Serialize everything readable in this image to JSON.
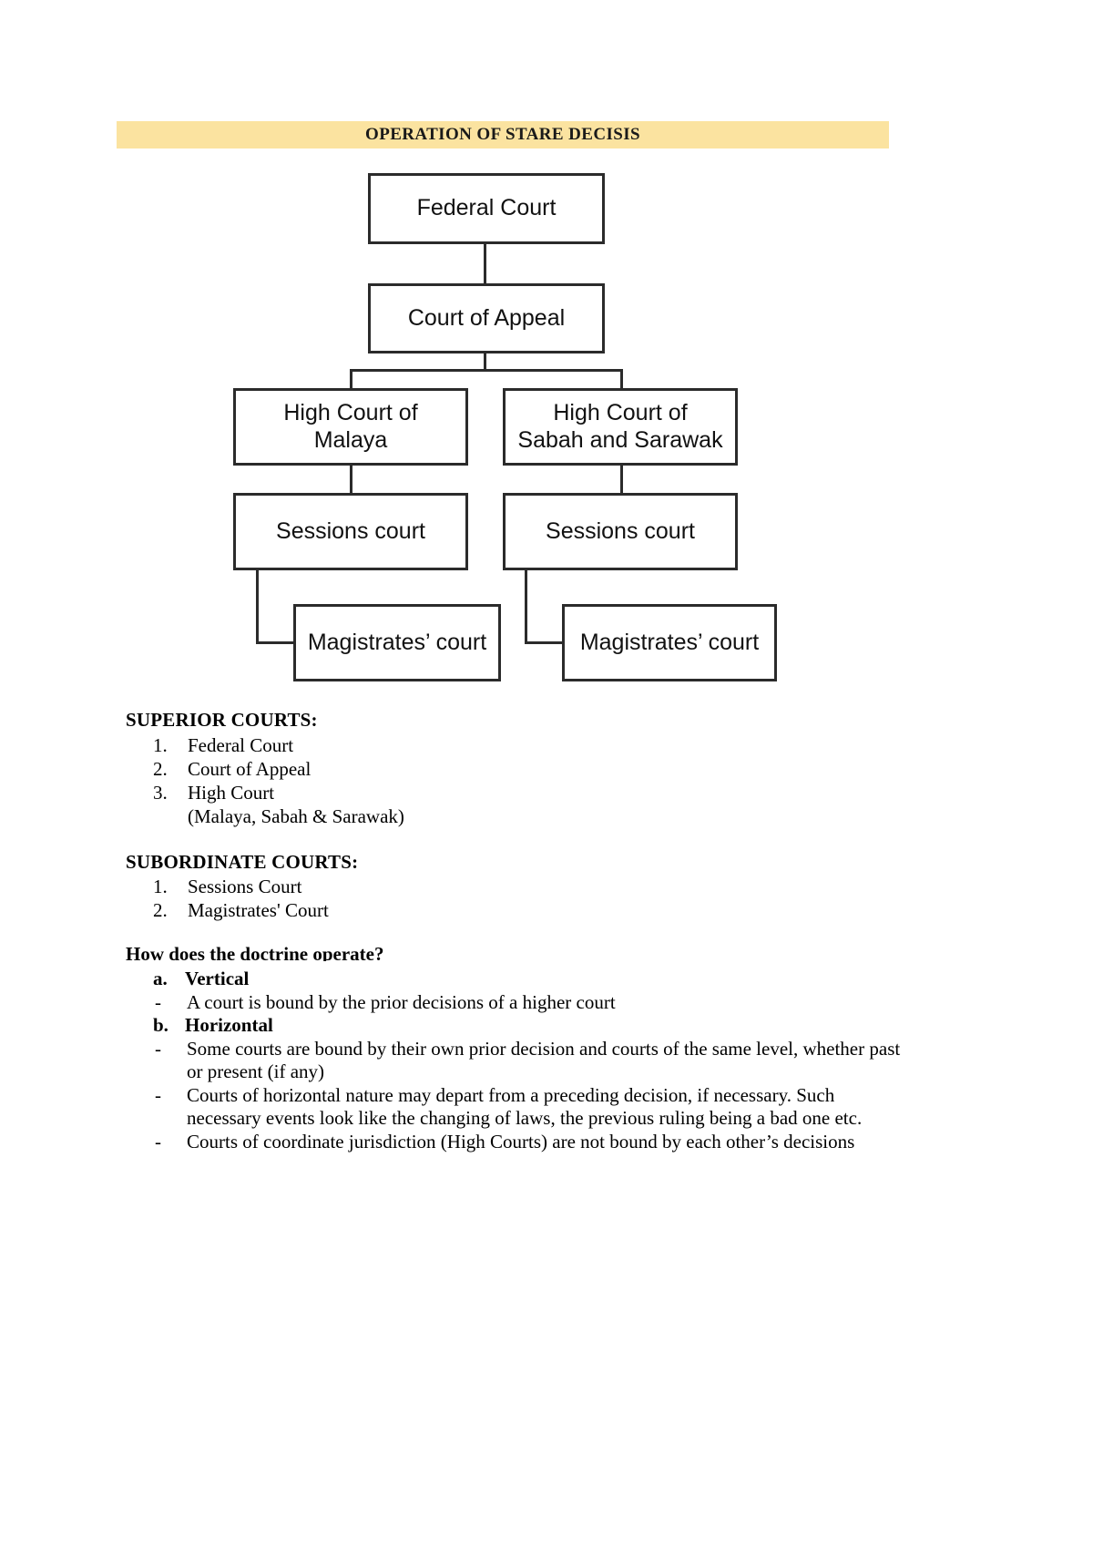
{
  "document": {
    "title_banner": {
      "text": "OPERATION OF STARE DECISIS",
      "background_color": "#fbe3a0",
      "text_color": "#1a1a1a"
    },
    "flowchart": {
      "nodes": [
        {
          "id": "federal-court",
          "label": "Federal Court"
        },
        {
          "id": "court-of-appeal",
          "label": "Court of Appeal"
        },
        {
          "id": "high-court-malaya",
          "label": "High Court of\nMalaya",
          "line1": "High Court of",
          "line2": "Malaya"
        },
        {
          "id": "high-court-sabah-sarawak",
          "label": "High Court of\nSabah and Sarawak",
          "line1": "High Court of",
          "line2": "Sabah and Sarawak"
        },
        {
          "id": "sessions-court-left",
          "label": "Sessions court"
        },
        {
          "id": "sessions-court-right",
          "label": "Sessions court"
        },
        {
          "id": "magistrates-court-left",
          "label": "Magistrates’ court"
        },
        {
          "id": "magistrates-court-right",
          "label": "Magistrates’ court"
        }
      ],
      "border_color": "#2b2b2b",
      "text_color": "#111111"
    },
    "superior_courts": {
      "heading": "SUPERIOR COURTS:",
      "items": [
        {
          "marker": "1.",
          "text": "Federal Court"
        },
        {
          "marker": "2.",
          "text": "Court of Appeal"
        },
        {
          "marker": "3.",
          "text": "High Court"
        }
      ],
      "continuation": "(Malaya, Sabah & Sarawak)"
    },
    "subordinate_courts": {
      "heading": "SUBORDINATE COURTS:",
      "items": [
        {
          "marker": "1.",
          "text": "Sessions Court"
        },
        {
          "marker": "2.",
          "text": "Magistrates' Court"
        }
      ]
    },
    "doctrine": {
      "heading": "How does the doctrine operate?",
      "entries": [
        {
          "marker": "a.",
          "text": "Vertical",
          "bold": true
        },
        {
          "marker": "-",
          "text": "A court is bound by the prior decisions of a higher court",
          "bold": false
        },
        {
          "marker": "b.",
          "text": "Horizontal",
          "bold": true
        },
        {
          "marker": "-",
          "text": "Some courts are bound by their own prior decision and courts of the same level, whether past or present (if any)",
          "bold": false
        },
        {
          "marker": "-",
          "text": "Courts of horizontal nature may depart from a preceding decision, if necessary. Such necessary events look like the changing of laws, the previous ruling being a bad one etc.",
          "bold": false
        },
        {
          "marker": "-",
          "text": "Courts of coordinate jurisdiction (High Courts) are not bound by each other’s decisions",
          "bold": false
        }
      ]
    }
  }
}
